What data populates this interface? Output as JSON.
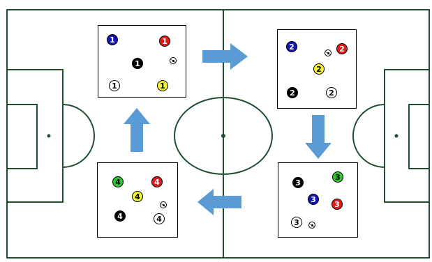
{
  "pitch": {
    "line_color": "#1f4f2f",
    "background": "#ffffff"
  },
  "arrow_color": "#5b9bd5",
  "colors": {
    "blue": "#1414b4",
    "red": "#e01b1b",
    "black": "#000000",
    "white": "#ffffff",
    "yellow": "#f5f23a",
    "green": "#2ec42e"
  },
  "boxes": [
    {
      "id": "box-1",
      "players": [
        {
          "label": "1",
          "color": "blue"
        },
        {
          "label": "1",
          "color": "red"
        },
        {
          "label": "1",
          "color": "black"
        },
        {
          "label": "1",
          "color": "white"
        },
        {
          "label": "1",
          "color": "yellow"
        }
      ],
      "ball": "soccer-ball-icon"
    },
    {
      "id": "box-2",
      "players": [
        {
          "label": "2",
          "color": "blue"
        },
        {
          "label": "2",
          "color": "red"
        },
        {
          "label": "2",
          "color": "yellow"
        },
        {
          "label": "2",
          "color": "black"
        },
        {
          "label": "2",
          "color": "white"
        }
      ],
      "ball": "soccer-ball-icon"
    },
    {
      "id": "box-3",
      "players": [
        {
          "label": "3",
          "color": "black"
        },
        {
          "label": "3",
          "color": "green"
        },
        {
          "label": "3",
          "color": "blue"
        },
        {
          "label": "3",
          "color": "red"
        },
        {
          "label": "3",
          "color": "white"
        }
      ],
      "ball": "soccer-ball-icon"
    },
    {
      "id": "box-4",
      "players": [
        {
          "label": "4",
          "color": "green"
        },
        {
          "label": "4",
          "color": "red"
        },
        {
          "label": "4",
          "color": "yellow"
        },
        {
          "label": "4",
          "color": "black"
        },
        {
          "label": "4",
          "color": "white"
        }
      ],
      "ball": "soccer-ball-icon"
    }
  ],
  "arrows": [
    {
      "name": "arrow-right-icon",
      "direction": "right"
    },
    {
      "name": "arrow-down-icon",
      "direction": "down"
    },
    {
      "name": "arrow-left-icon",
      "direction": "left"
    },
    {
      "name": "arrow-up-icon",
      "direction": "up"
    }
  ]
}
